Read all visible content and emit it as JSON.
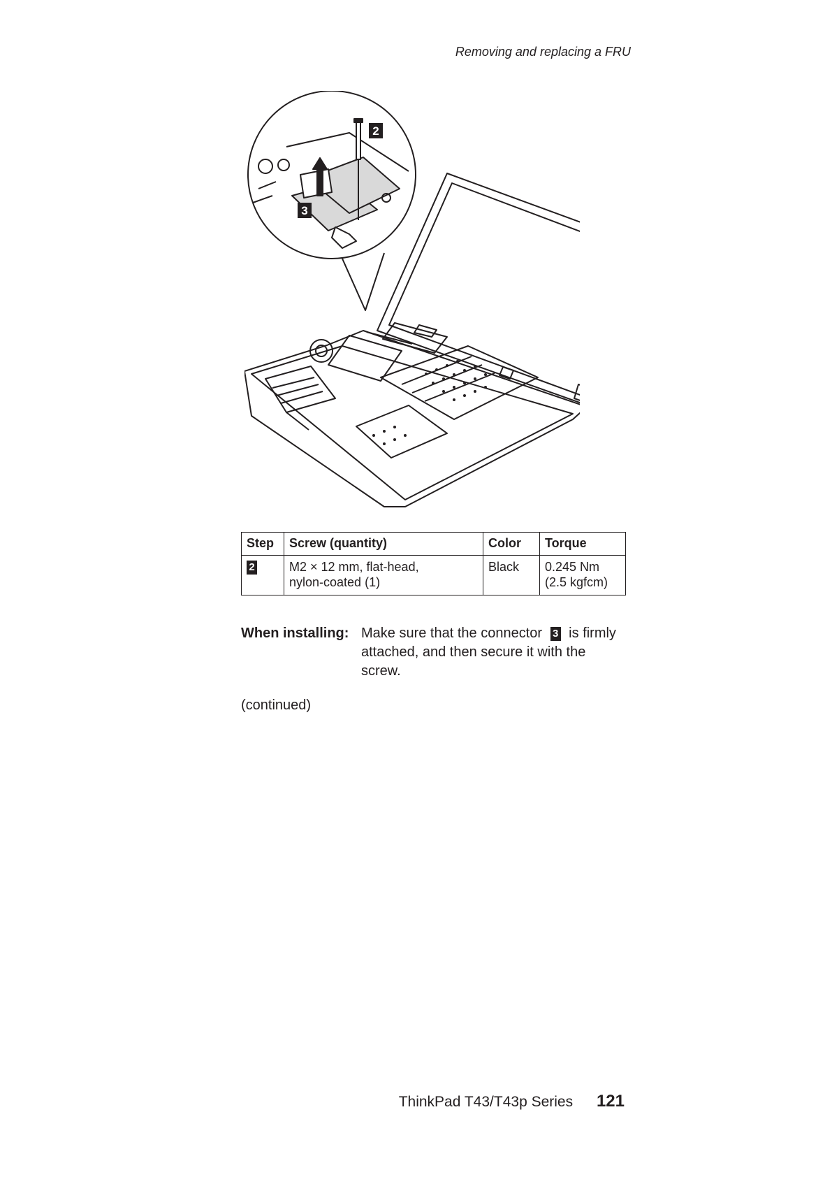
{
  "header": {
    "running_head": "Removing and replacing a FRU"
  },
  "figure": {
    "callout_screw": "2",
    "callout_connector": "3"
  },
  "table": {
    "headers": [
      "Step",
      "Screw (quantity)",
      "Color",
      "Torque"
    ],
    "rows": [
      {
        "step": "2",
        "screw_line1": "M2 × 12 mm, flat-head,",
        "screw_line2": "nylon-coated (1)",
        "color": "Black",
        "torque_line1": "0.245 Nm",
        "torque_line2": "(2.5 kgfcm)"
      }
    ]
  },
  "install_note": {
    "label": "When installing:",
    "text_before": "Make sure that the connector",
    "callout": "3",
    "text_after": "is firmly attached, and then secure it with the screw."
  },
  "continued": "(continued)",
  "footer": {
    "series": "ThinkPad T43/T43p Series",
    "page_number": "121"
  }
}
